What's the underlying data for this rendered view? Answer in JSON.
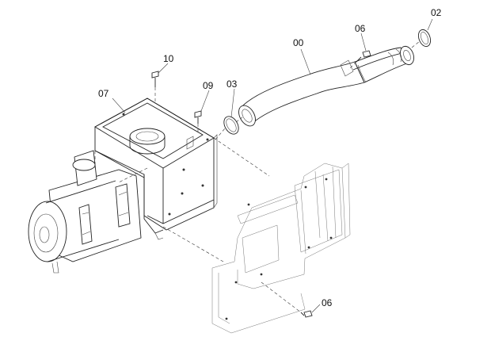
{
  "diagram": {
    "labels": {
      "hose": "00",
      "clamp_top": "02",
      "clamp_mid": "03",
      "bolt_top": "06",
      "bolt_bottom": "06",
      "bracket": "07",
      "screw_09": "09",
      "screw_10": "10"
    }
  }
}
